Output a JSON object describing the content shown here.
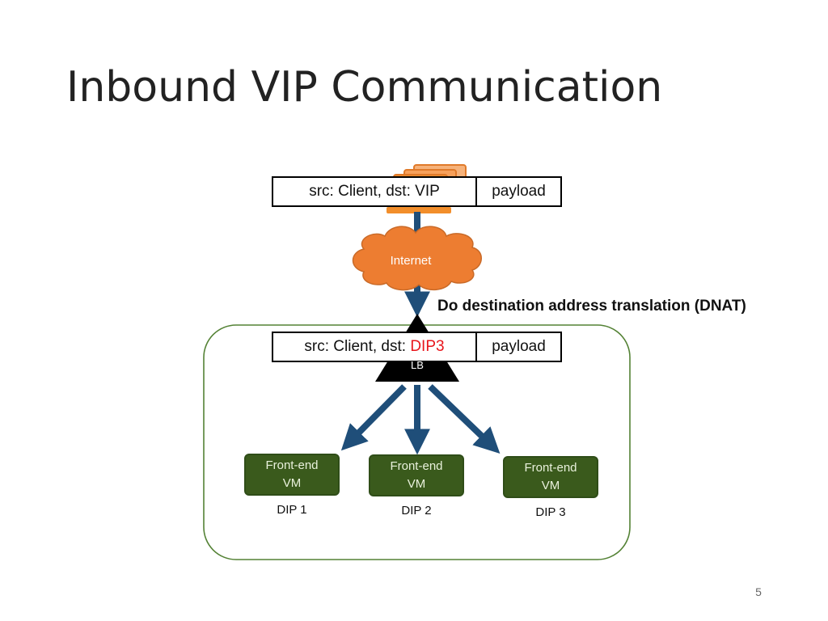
{
  "slide": {
    "title": "Inbound VIP Communication",
    "page_number": "5"
  },
  "packet_in": {
    "header": "src: Client, dst: VIP",
    "payload": "payload"
  },
  "packet_out": {
    "header_prefix": "src: Client, dst: ",
    "header_highlight": "DIP3",
    "payload": "payload"
  },
  "internet_label": "Internet",
  "lb_label": "LB",
  "dnat_label": "Do destination address translation (DNAT)",
  "vms": [
    {
      "line1": "Front-end",
      "line2": "VM",
      "dip": "DIP 1"
    },
    {
      "line1": "Front-end",
      "line2": "VM",
      "dip": "DIP 2"
    },
    {
      "line1": "Front-end",
      "line2": "VM",
      "dip": "DIP 3"
    }
  ],
  "colors": {
    "arrow": "#1f4e79",
    "cloud": "#ed7d31",
    "client_icon": "#f28e2b",
    "vm_fill": "#3a5a1c",
    "datacenter_border": "#548235",
    "highlight": "#e8151b"
  },
  "icons": {
    "client": "client-computer-icon",
    "internet": "internet-cloud-icon",
    "load_balancer": "load-balancer-triangle-icon"
  }
}
